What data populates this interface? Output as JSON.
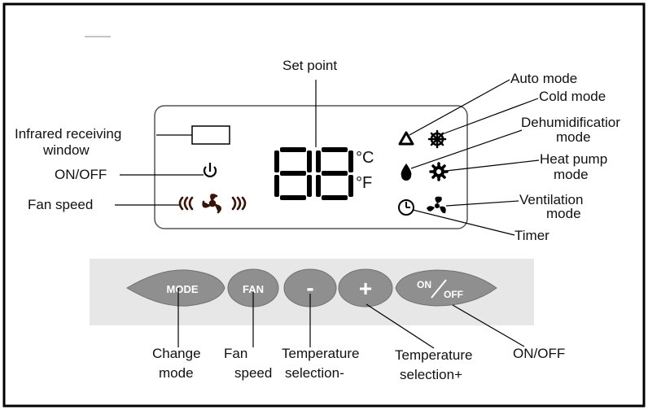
{
  "diagram": {
    "labels": {
      "set_point": "Set point",
      "infrared_line1": "Infrared receiving",
      "infrared_line2": "window",
      "onoff_display": "ON/OFF",
      "fan_speed": "Fan speed",
      "auto_mode": "Auto mode",
      "cold_mode": "Cold mode",
      "dehumid_line1": "Dehumidificatior",
      "dehumid_line2": "mode",
      "heat_pump_line1": "Heat pump",
      "heat_pump_line2": "mode",
      "ventilation_line1": "Ventilation",
      "ventilation_line2": "mode",
      "timer": "Timer",
      "change_mode_line1": "Change",
      "change_mode_line2": "mode",
      "fan_speed_btn_line1": "Fan",
      "fan_speed_btn_line2": "speed",
      "temp_minus_line1": "Temperature",
      "temp_minus_line2": "selection-",
      "temp_plus_line1": "Temperature",
      "temp_plus_line2": "selection+",
      "onoff_button": "ON/OFF"
    },
    "display": {
      "unit_c": "°C",
      "unit_f": "°F"
    },
    "buttons": {
      "mode": "MODE",
      "fan": "FAN",
      "minus": "-",
      "plus": "+",
      "on": "ON",
      "off": "OFF"
    }
  }
}
